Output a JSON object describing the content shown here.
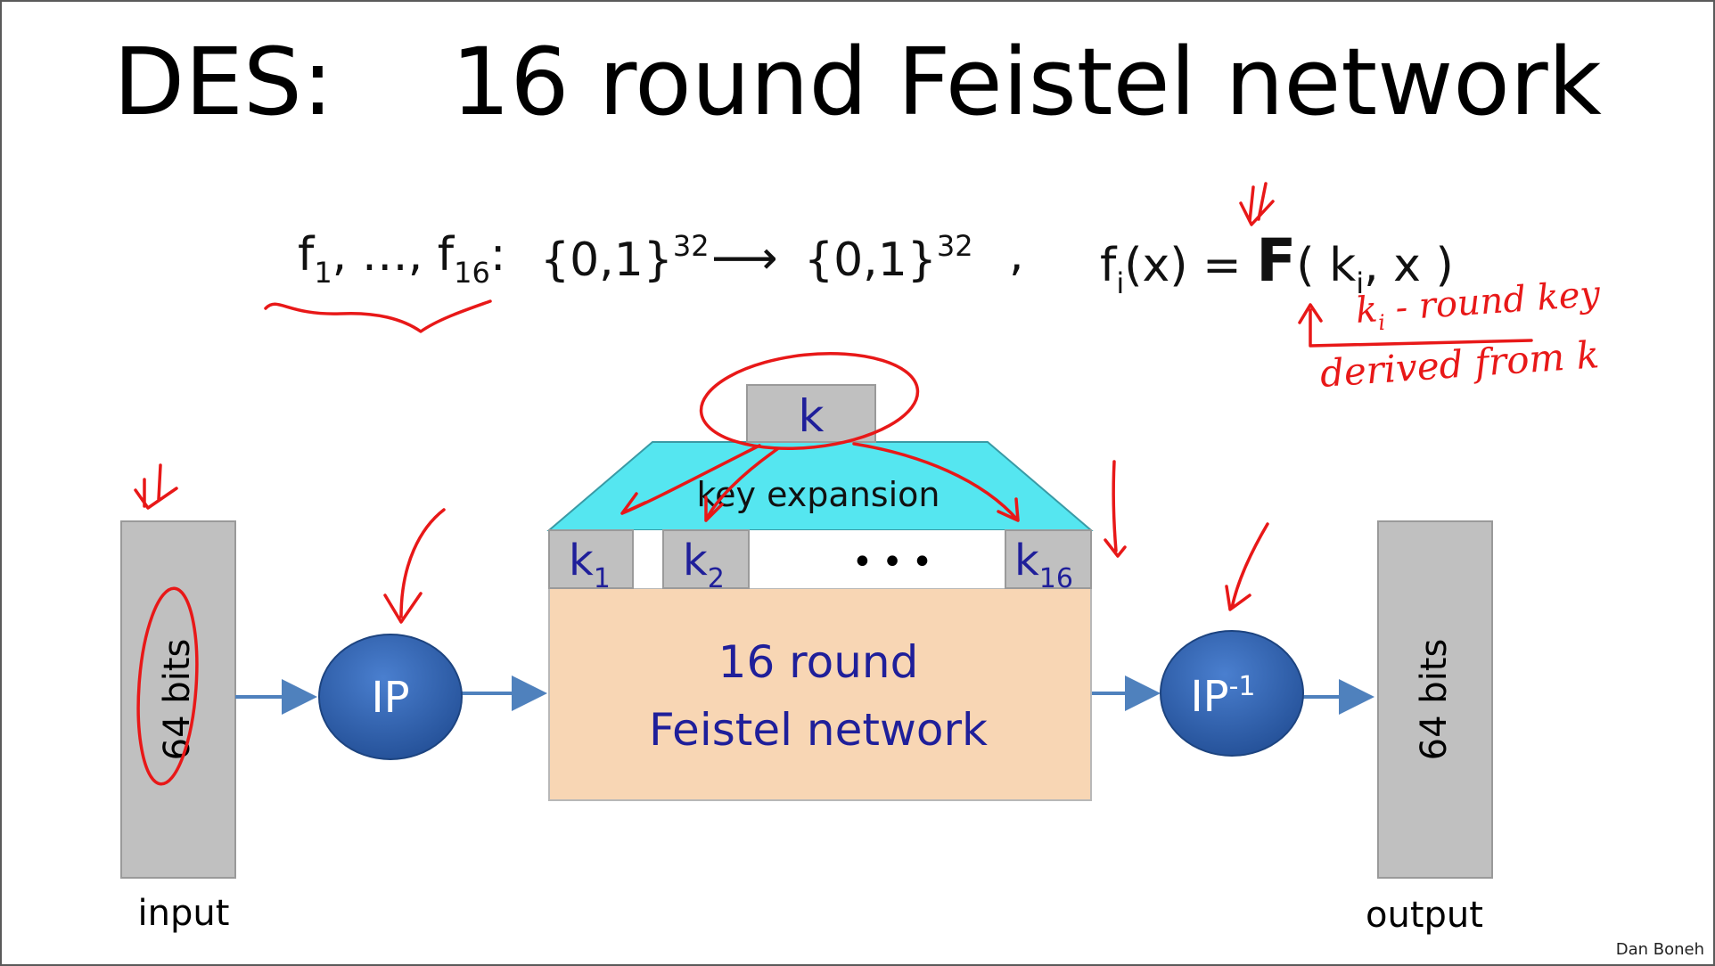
{
  "title": "DES:    16 round Feistel network",
  "formula": {
    "f_first": "f",
    "f_first_sub": "1",
    "ellipsis": ", …, ",
    "f_last": "f",
    "f_last_sub": "16",
    "colon": ":",
    "domain": "{0,1}",
    "domain_exp": "32",
    "arrow": "⟶",
    "range": "{0,1}",
    "range_exp": "32",
    "comma": ",",
    "fi": "f",
    "fi_sub": "i",
    "fi_arg": "(x) = ",
    "F": "F",
    "F_open": "( k",
    "F_k_sub": "i",
    "F_close": ", x )"
  },
  "diagram": {
    "key": "k",
    "key_expansion": "key expansion",
    "round_keys": [
      {
        "base": "k",
        "sub": "1"
      },
      {
        "base": "k",
        "sub": "2"
      },
      {
        "base": "k",
        "sub": "16"
      }
    ],
    "dots": "•••",
    "feistel_line1": "16 round",
    "feistel_line2": "Feistel network",
    "ip": "IP",
    "ip_inv_base": "IP",
    "ip_inv_exp": "-1",
    "input_bits": "64  bits",
    "output_bits": "64  bits",
    "input_label": "input",
    "output_label": "output"
  },
  "annotations": {
    "note_line1": "k",
    "note_line1_sub": "i",
    "note_line1_rest": " - round key",
    "note_line2": "derived from k"
  },
  "colors": {
    "gray_box": "#c0c0c0",
    "cyan": "#55e6f0",
    "peach": "#f8d6b4",
    "circle_blue": "#2d62b3",
    "arrow_blue": "#4f81bd",
    "text_blue": "#1f1f9a",
    "ink_red": "#e81818"
  },
  "footer": "Dan Boneh"
}
